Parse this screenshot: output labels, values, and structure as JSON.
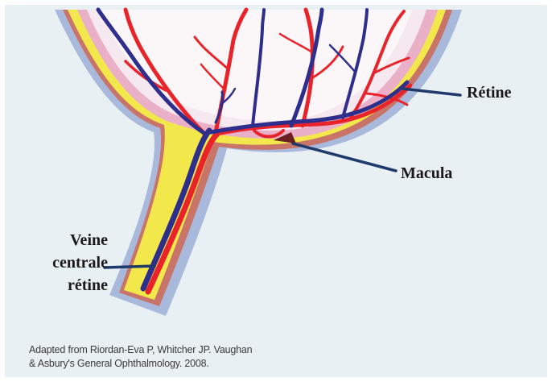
{
  "labels": {
    "retina": "Rétine",
    "macula": "Macula",
    "vein": [
      "Veine",
      "centrale",
      "rétine"
    ]
  },
  "credit": [
    "Adapted from Riordan-Eva P, Whitcher JP. Vaughan",
    "& Asbury's General Ophthalmology. 2008."
  ],
  "colors": {
    "background": "#e8f0f4",
    "sclera": "#a9b9dc",
    "choroid": "#c87468",
    "pigment_layer": "#f2e84c",
    "retina": "#e9b0c8",
    "artery": "#e8232a",
    "vein": "#2e2e8c",
    "leader_line": "#1f3a6b"
  }
}
